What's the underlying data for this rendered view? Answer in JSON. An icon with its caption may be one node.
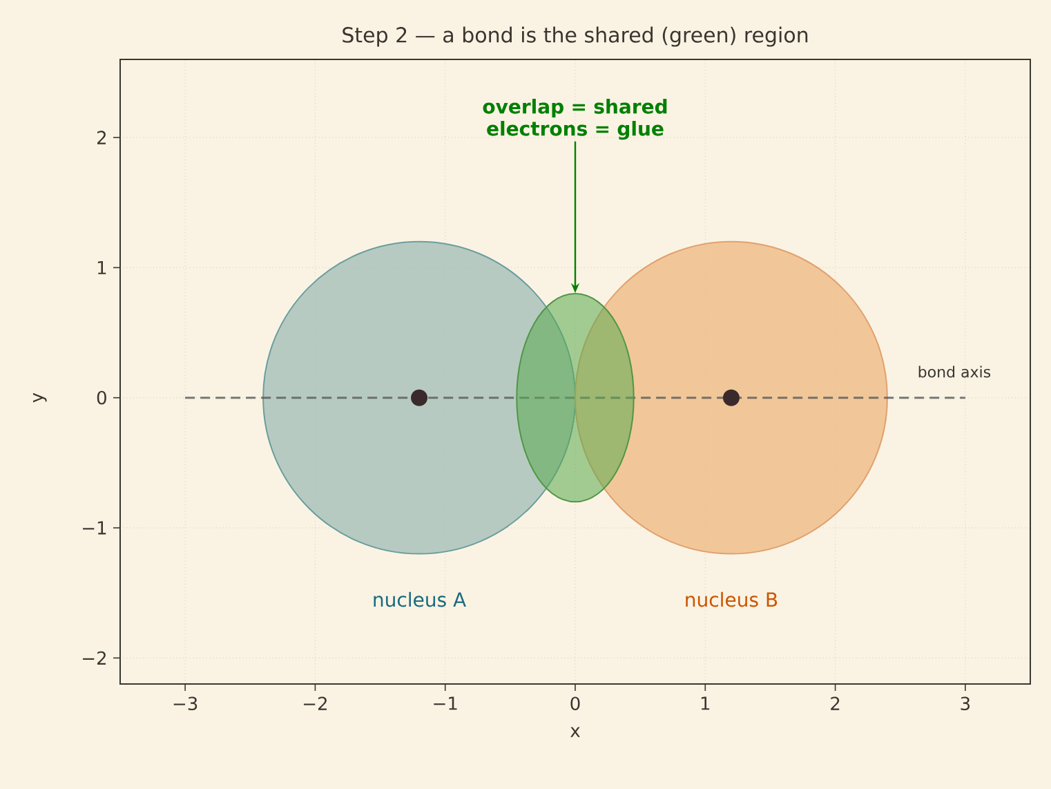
{
  "diagram": {
    "title": "Step 2 — a bond is the shared (green) region",
    "nodes": [
      {
        "text": [
          "overlap = shared electrons = glue"
        ]
      },
      {
        "text": [],
        "shape": "ellipse"
      }
    ],
    "edges": [
      {
        "from": 0,
        "to": 1,
        "arrow": "to",
        "color": "#008000"
      }
    ],
    "labels": [
      "bond axis",
      "nucleus A",
      "nucleus B"
    ],
    "chart_data": {
      "type": "scatter",
      "xlabel": "x",
      "ylabel": "y",
      "x": [
        -1.2,
        1.2
      ],
      "series": [
        {
          "color": "#3a2a2c",
          "values": [
            0,
            0
          ]
        }
      ],
      "ref_lines": [
        {
          "axis": "y",
          "value": 0,
          "color": "#595959"
        }
      ],
      "grid": true,
      "xlim": [
        -3.5,
        3.5
      ],
      "ylim": [
        -2.2,
        2.6
      ],
      "xticks": [
        -3,
        -2,
        -1,
        0,
        1,
        2,
        3
      ],
      "yticks": [
        -2,
        -1,
        0,
        1,
        2
      ]
    }
  }
}
